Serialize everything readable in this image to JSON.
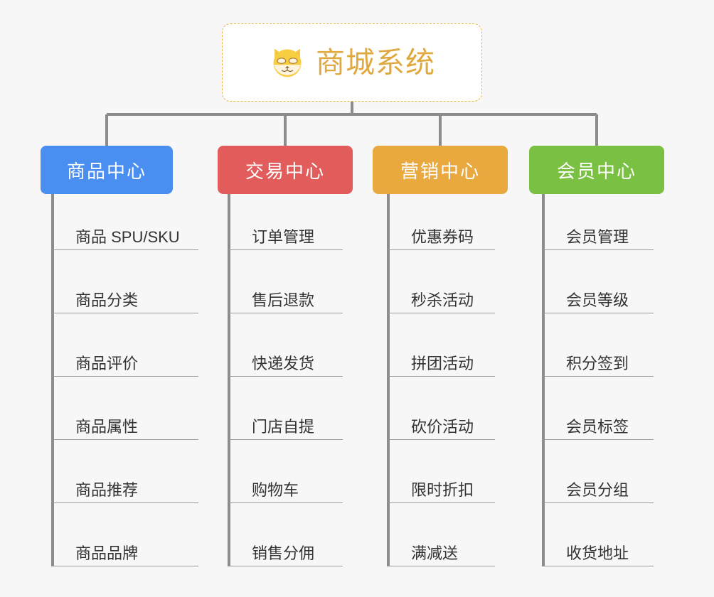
{
  "page": {
    "background_color": "#f7f7f7",
    "title": "商城系统"
  },
  "root": {
    "label": "商城系统",
    "icon": "shiba-dog-face-icon",
    "text_color": "#e0a93f",
    "border_color": "#edb54a",
    "background_color": "#ffffff"
  },
  "connector_color": "#8c8c8c",
  "columns": [
    {
      "id": "product-center",
      "label": "商品中心",
      "color": "#4a8ef0",
      "items": [
        "商品 SPU/SKU",
        "商品分类",
        "商品评价",
        "商品属性",
        "商品推荐",
        "商品品牌"
      ]
    },
    {
      "id": "trade-center",
      "label": "交易中心",
      "color": "#e25c5c",
      "items": [
        "订单管理",
        "售后退款",
        "快递发货",
        "门店自提",
        "购物车",
        "销售分佣"
      ]
    },
    {
      "id": "marketing-center",
      "label": "营销中心",
      "color": "#eaa93f",
      "items": [
        "优惠券码",
        "秒杀活动",
        "拼团活动",
        "砍价活动",
        "限时折扣",
        "满减送"
      ]
    },
    {
      "id": "member-center",
      "label": "会员中心",
      "color": "#7ac143",
      "items": [
        "会员管理",
        "会员等级",
        "积分签到",
        "会员标签",
        "会员分组",
        "收货地址"
      ]
    }
  ]
}
